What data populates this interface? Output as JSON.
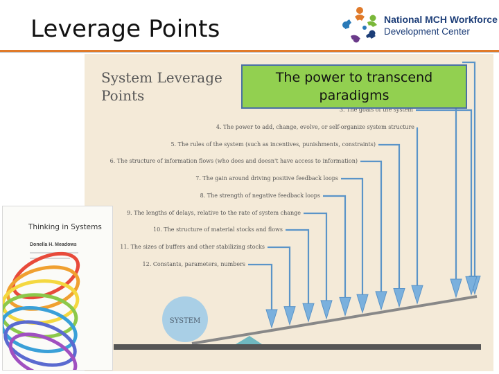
{
  "slide": {
    "title": "Leverage Points"
  },
  "logo": {
    "line1": "National MCH Workforce",
    "line2": "Development Center",
    "icon": "people-circle-logo-icon",
    "colors": [
      "#e07a2a",
      "#2a7ab8",
      "#7ab83a",
      "#1d3e78",
      "#6a3a8a"
    ]
  },
  "diagram": {
    "heading_line1": "System Leverage",
    "heading_line2": "Points",
    "callout": "The power to transcend paradigms",
    "items": [
      {
        "label": "3. The goals of the system"
      },
      {
        "label": "4. The power to add, change, evolve, or self-organize system structure"
      },
      {
        "label": "5. The rules of the system (such as incentives, punishments, constraints)"
      },
      {
        "label": "6. The structure of information flows (who does and doesn't have access to information)"
      },
      {
        "label": "7. The gain around driving positive feedback loops"
      },
      {
        "label": "8. The strength of negative feedback loops"
      },
      {
        "label": "9. The lengths of delays, relative to the rate of system change"
      },
      {
        "label": "10. The structure of material stocks and flows"
      },
      {
        "label": "11. The sizes of buffers and other stabilizing stocks"
      },
      {
        "label": "12. Constants, parameters, numbers"
      }
    ],
    "system_label": "SYSTEM",
    "colors": {
      "panel": "#f4ead8",
      "arrow": "#7ab0dd",
      "arrow_stroke": "#5a94c8",
      "callout_fill": "#92d050",
      "callout_border": "#4a6fa5",
      "ball": "#a9cfe6",
      "fulcrum": "#6fb8c0",
      "ground": "#555555"
    }
  },
  "book": {
    "title": "Thinking in Systems",
    "author": "Donella H. Meadows"
  }
}
